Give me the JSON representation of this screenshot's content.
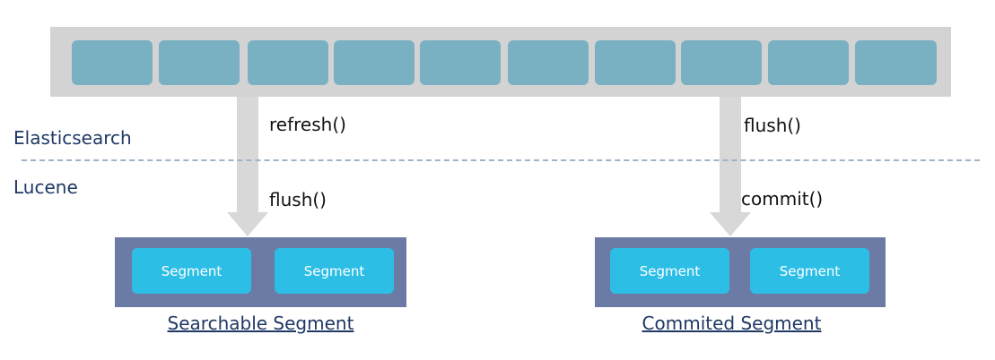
{
  "layers": {
    "upper": "Elasticsearch",
    "lower": "Lucene"
  },
  "left_path": {
    "upper_op": "refresh()",
    "lower_op": "flush()",
    "segments": [
      "Segment",
      "Segment"
    ],
    "caption": "Searchable Segment"
  },
  "right_path": {
    "upper_op": "flush()",
    "lower_op": "commit()",
    "segments": [
      "Segment",
      "Segment"
    ],
    "caption": "Commited Segment"
  },
  "colors": {
    "buffer_bar": "#d3d3d3",
    "buffer_cell": "#7ab1c2",
    "arrow": "#d8d8d8",
    "segment_group": "#6b7ba5",
    "segment": "#2dbee6",
    "layer_text": "#1f3864"
  }
}
